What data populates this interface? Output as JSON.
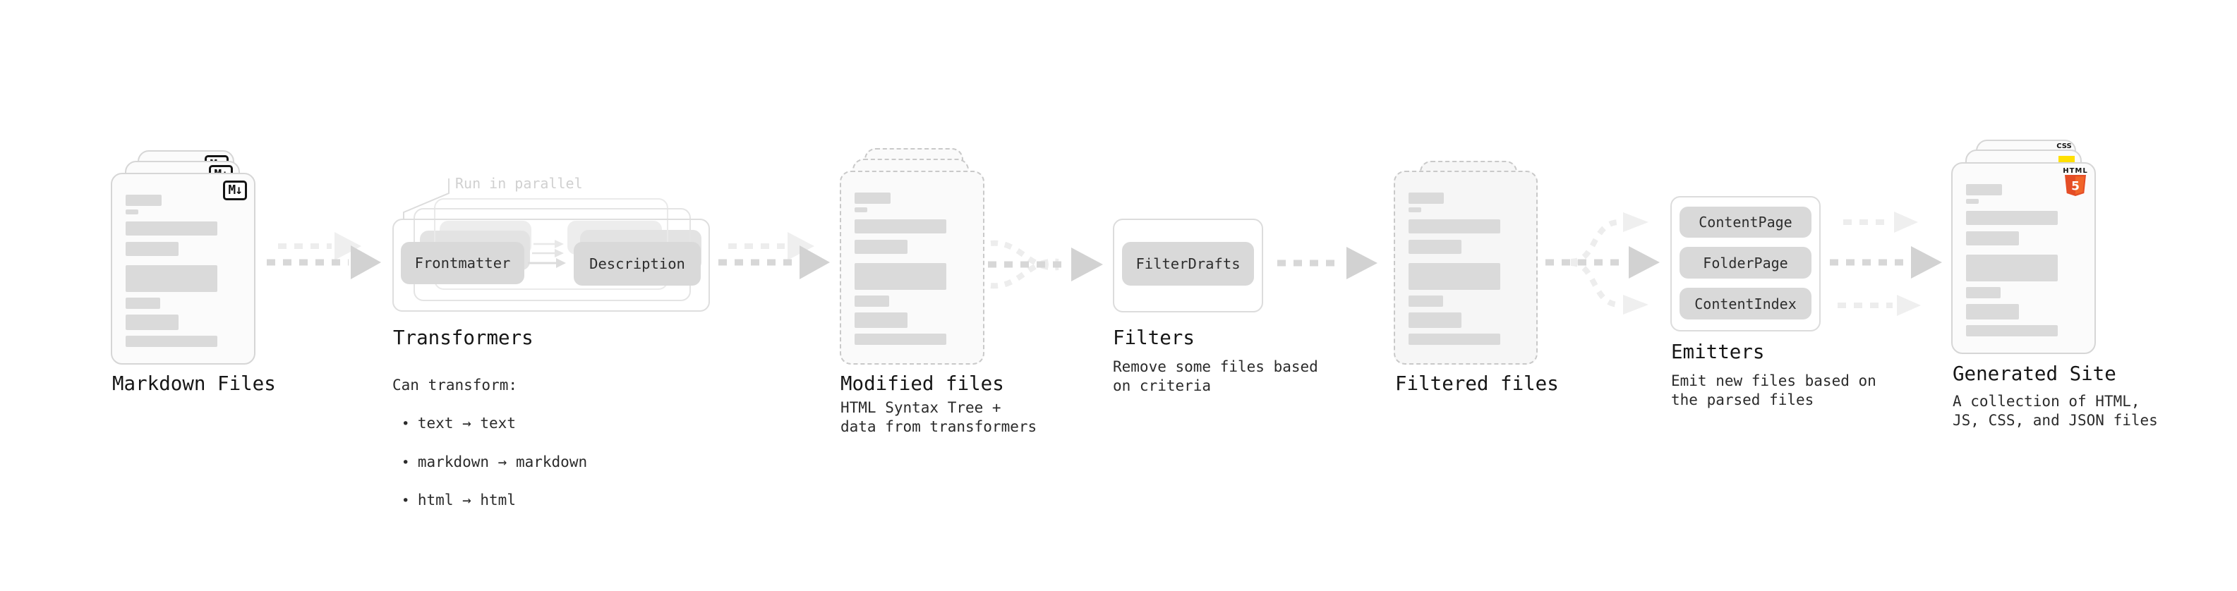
{
  "nodes": {
    "markdown_files": {
      "label": "Markdown Files",
      "file_icon": "M↓"
    },
    "transformers": {
      "label": "Transformers",
      "parallel_note": "Run in parallel",
      "step_left": "Frontmatter",
      "step_right": "Description",
      "desc_title": "Can transform:",
      "bullets": [
        "text → text",
        "markdown → markdown",
        "html → html"
      ]
    },
    "modified_files": {
      "label": "Modified files",
      "desc": "HTML Syntax Tree +\ndata from transformers"
    },
    "filters": {
      "label": "Filters",
      "pill": "FilterDrafts",
      "desc": "Remove some files based\non criteria"
    },
    "filtered_files": {
      "label": "Filtered files"
    },
    "emitters": {
      "label": "Emitters",
      "pills": [
        "ContentPage",
        "FolderPage",
        "ContentIndex"
      ],
      "desc": "Emit new files based on\nthe parsed files"
    },
    "generated_site": {
      "label": "Generated Site",
      "desc": "A collection of HTML,\nJS, CSS, and JSON files",
      "css_badge": "CSS",
      "html_badge": "HTML",
      "html5_number": "5"
    }
  },
  "colors": {
    "css_blue": "#2f6bf6",
    "js_yellow": "#ffe000",
    "html5_orange": "#e44d26",
    "html5_orange_light": "#f16529"
  }
}
